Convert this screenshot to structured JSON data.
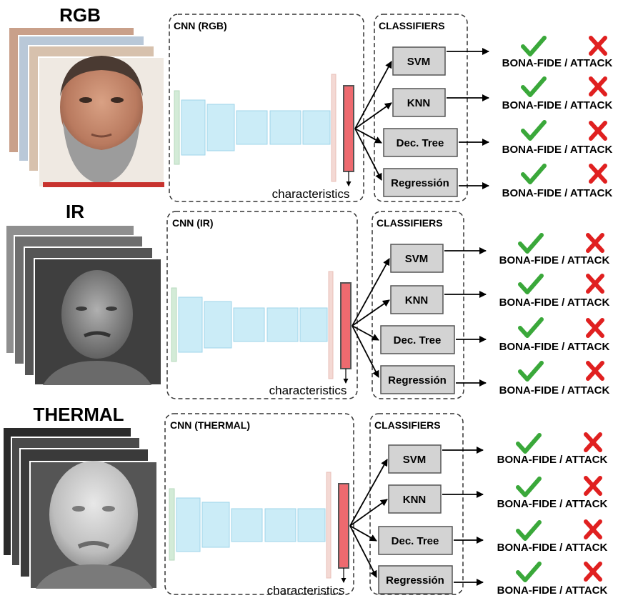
{
  "classifier_title": "CLASSIFIERS",
  "characteristics_label": "characteristics",
  "classifiers": [
    {
      "label": "SVM"
    },
    {
      "label": "KNN"
    },
    {
      "label": "Dec. Tree"
    },
    {
      "label": "Regressión"
    }
  ],
  "result_label": "BONA-FIDE / ATTACK",
  "check_icon": "check-icon",
  "cross_icon": "cross-icon",
  "colors": {
    "check": "#3aa83a",
    "cross": "#e02020",
    "conv_fill": "#cbecf7",
    "conv_stroke": "#9fd4ea",
    "input_fill": "#d3ebd7",
    "flatten_fill": "#f4d9d4",
    "feature_fill": "#ee6a6f",
    "classifier_fill": "#d3d3d3"
  },
  "rows": [
    {
      "modality": "RGB",
      "cnn_title": "CNN (RGB)"
    },
    {
      "modality": "IR",
      "cnn_title": "CNN (IR)"
    },
    {
      "modality": "THERMAL",
      "cnn_title": "CNN (THERMAL)"
    }
  ]
}
